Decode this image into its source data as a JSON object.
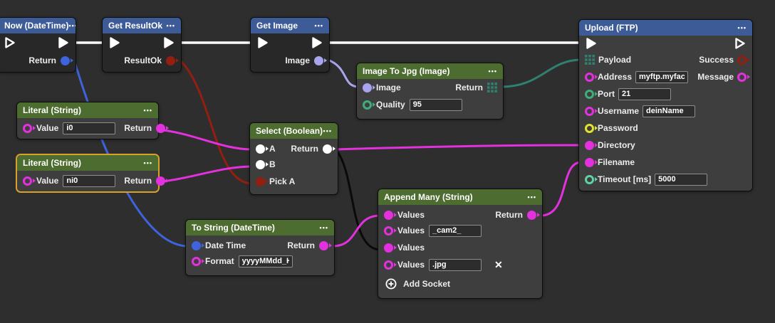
{
  "ui": {
    "menu_glyph": "•••",
    "delete_glyph": "✕"
  },
  "icons": {
    "menu": "ellipsis-icon",
    "exec": "play-triangle-icon",
    "byte_payload": "byte-grid-icon",
    "add_socket": "circle-plus-icon",
    "delete": "x-icon"
  },
  "colors": {
    "canvas_bg": "#2e2e2e",
    "node_body": "#3e3e3e",
    "node_body_dark": "#282828",
    "header_blue": "#3d5b97",
    "header_green": "#4d6c2f",
    "selection_border": "#d9a02a",
    "wire_exec": "#ffffff",
    "wire_black": "#0a0a0a",
    "type_string": "#e231dd",
    "type_datetime": "#3e63dc",
    "type_image": "#a9a4ee",
    "type_result": "#931f10",
    "type_bytes": "#2f8070",
    "type_int": "#3fae7c",
    "type_long": "#5fd3a3",
    "type_password": "#e3e32c",
    "type_object": "#ffffff"
  },
  "nodes": {
    "now": {
      "title": "Now (DateTime)",
      "return_label": "Return"
    },
    "get_result_ok": {
      "title": "Get ResultOk",
      "return_label": "ResultOk"
    },
    "get_image": {
      "title": "Get Image",
      "return_label": "Image"
    },
    "image_to_jpg": {
      "title": "Image To Jpg (Image)",
      "image_label": "Image",
      "return_label": "Return",
      "quality_label": "Quality",
      "quality_value": "95"
    },
    "literal_i0": {
      "title": "Literal (String)",
      "value_label": "Value",
      "value": "i0",
      "return_label": "Return"
    },
    "literal_ni0": {
      "title": "Literal (String)",
      "value_label": "Value",
      "value": "ni0",
      "return_label": "Return"
    },
    "select_boolean": {
      "title": "Select (Boolean)",
      "a_label": "A",
      "b_label": "B",
      "pick_a_label": "Pick A",
      "return_label": "Return"
    },
    "to_string": {
      "title": "To String (DateTime)",
      "date_time_label": "Date Time",
      "format_label": "Format",
      "format_value": "yyyyMMdd_HH",
      "return_label": "Return"
    },
    "append_many": {
      "title": "Append Many (String)",
      "rows": [
        {
          "label": "Values"
        },
        {
          "label": "Values",
          "value": "_cam2_"
        },
        {
          "label": "Values"
        },
        {
          "label": "Values",
          "value": ".jpg"
        }
      ],
      "add_socket_label": "Add Socket",
      "return_label": "Return"
    },
    "upload_ftp": {
      "title": "Upload (FTP)",
      "payload_label": "Payload",
      "success_label": "Success",
      "address_label": "Address",
      "address_value": "myftp.myfactor",
      "message_label": "Message",
      "port_label": "Port",
      "port_value": "21",
      "username_label": "Username",
      "username_value": "deinName",
      "password_label": "Password",
      "directory_label": "Directory",
      "filename_label": "Filename",
      "timeout_label": "Timeout [ms]",
      "timeout_value": "5000"
    }
  }
}
